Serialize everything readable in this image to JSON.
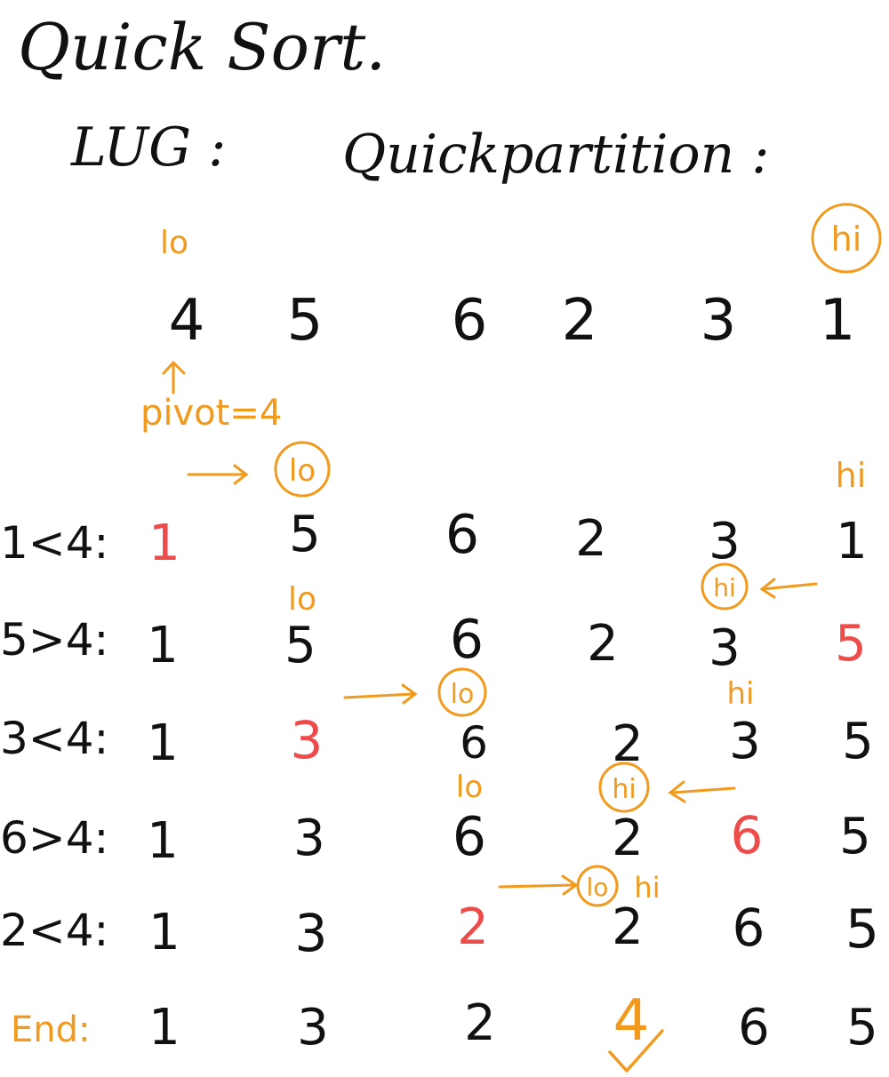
{
  "title": "Quick Sort.",
  "subtitle_left": "LUG :",
  "subtitle_right": "Quickpartition :",
  "initial": {
    "lo_label": "lo",
    "hi_label": "hi",
    "values": [
      "4",
      "5",
      "6",
      "2",
      "3",
      "1"
    ],
    "pivot_label": "pivot=4"
  },
  "rows": [
    {
      "label": "1<4:",
      "values": [
        "1",
        "5",
        "6",
        "2",
        "3",
        "1"
      ],
      "red_index": 0,
      "lo_label": "lo",
      "hi_label": "hi",
      "hi_circle_label": "hi"
    },
    {
      "label": "5>4:",
      "values": [
        "1",
        "5",
        "6",
        "2",
        "3",
        "5"
      ],
      "red_index": 5,
      "lo_label": "lo"
    },
    {
      "label": "3<4:",
      "values": [
        "1",
        "3",
        "6",
        "2",
        "3",
        "5"
      ],
      "red_index": 1,
      "lo_circle_label": "lo",
      "hi_label": "hi"
    },
    {
      "label": "6>4:",
      "values": [
        "1",
        "3",
        "6",
        "2",
        "6",
        "5"
      ],
      "red_index": 4,
      "lo_label": "lo",
      "hi_circle_label": "hi"
    },
    {
      "label": "2<4:",
      "values": [
        "1",
        "3",
        "2",
        "2",
        "6",
        "5"
      ],
      "red_index": 2,
      "lo_circle_label": "lo",
      "hi_label": "hi"
    },
    {
      "label": "End:",
      "values": [
        "1",
        "3",
        "2",
        "4",
        "6",
        "5"
      ],
      "final_index": 3
    }
  ],
  "colors": {
    "ink": "#111111",
    "accent": "#f29a1e",
    "swap": "#ee4b4b"
  }
}
